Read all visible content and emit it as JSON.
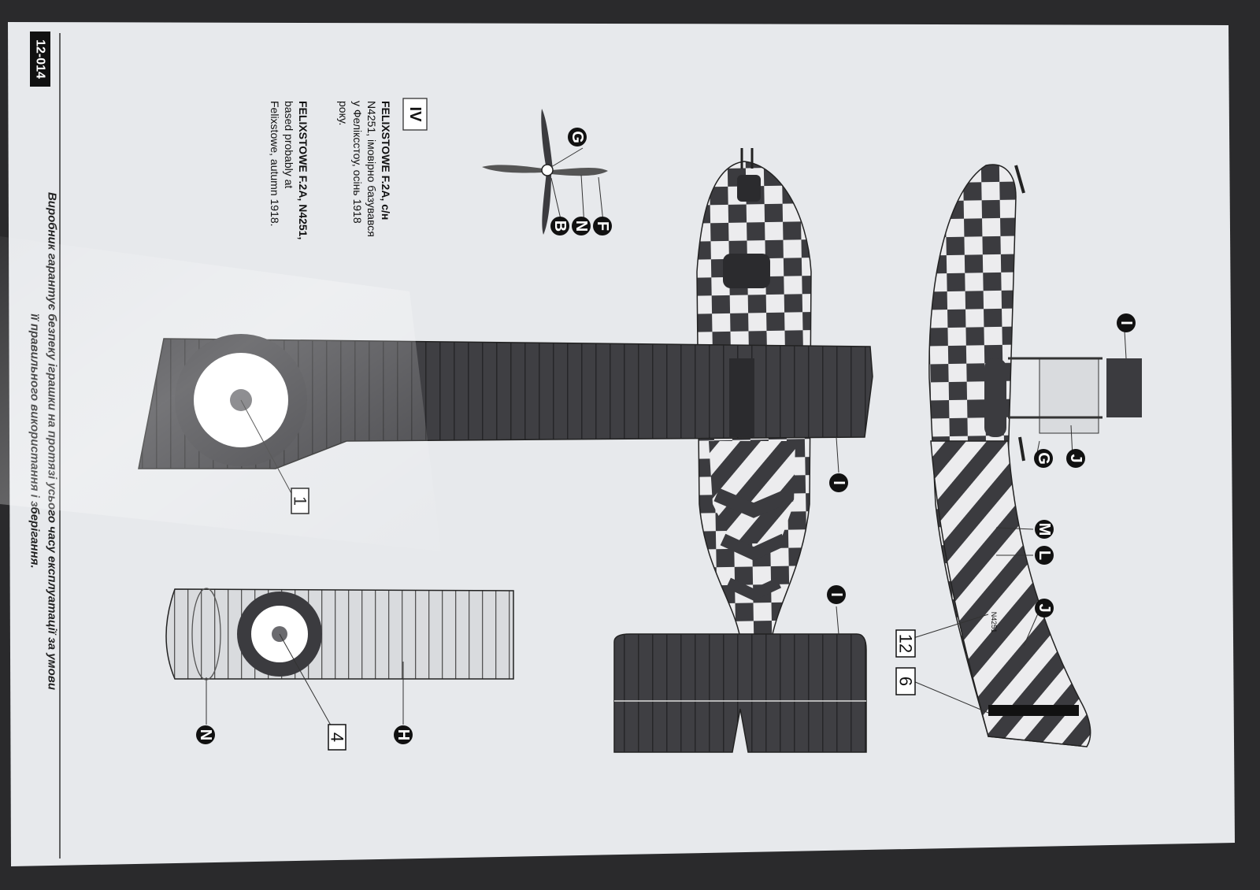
{
  "sheet": {
    "code": "12-014",
    "footer_line1": "Виробник гарантує безпеку іграшки на протязі усього часу експлуатації за умови",
    "footer_line2": "її правильного використання і зберігання."
  },
  "scheme": {
    "number": "IV",
    "ua": [
      "FELIXSTOWE F.2A, с/н",
      "N4251, імовірно базувався",
      "у Феліксстоу, осінь 1918",
      "року."
    ],
    "en": [
      "FELIXSTOWE F.2A, N4251,",
      "based probably at",
      "Felixstowe, autumn 1918."
    ]
  },
  "callouts": {
    "prop_g": "G",
    "prop_f": "F",
    "prop_n": "N",
    "prop_b": "B",
    "top_i1": "I",
    "top_i2": "I",
    "side_i": "I",
    "side_g": "G",
    "side_j1": "J",
    "side_m": "M",
    "side_l": "L",
    "side_j2": "J",
    "wing_h": "H",
    "wing_n": "N"
  },
  "decals": {
    "d1": "1",
    "d4": "4",
    "d12": "12",
    "d6": "6"
  },
  "side_view": {
    "serial": "N4251"
  },
  "colors": {
    "paper": "#e7e9ec",
    "dark": "#3b3b3f",
    "roundel_mid": "#6a6a6e",
    "ink": "#111111"
  }
}
